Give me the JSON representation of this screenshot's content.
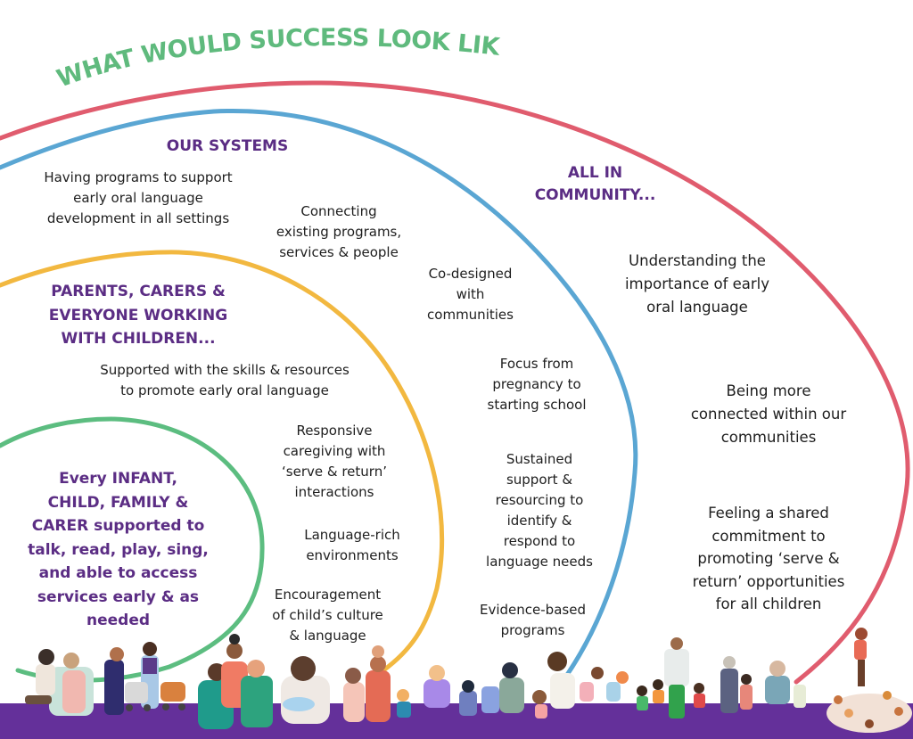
{
  "title": "WHAT WOULD SUCCESS LOOK LIKE?",
  "colors": {
    "title": "#5fba7d",
    "heading": "#5b2d84",
    "body_text": "#1e1e1e",
    "ring_community": "#e05c6e",
    "ring_systems": "#5aa6d3",
    "ring_parents": "#f2b840",
    "ring_core": "#5cbd80",
    "floor": "#64309a"
  },
  "rings": {
    "community": {
      "heading": "ALL IN\nCOMMUNITY...",
      "items": [
        "Understanding the\nimportance of early\noral language",
        "Being more\nconnected within our\ncommunities",
        "Feeling a shared\ncommitment to\npromoting ‘serve &\nreturn’ opportunities\nfor all children"
      ]
    },
    "systems": {
      "heading": "OUR SYSTEMS",
      "items": [
        "Having programs to support\nearly oral language\ndevelopment in all settings",
        "Connecting\nexisting programs,\nservices & people",
        "Co-designed\nwith\ncommunities",
        "Focus from\npregnancy to\nstarting school",
        "Sustained\nsupport &\nresourcing to\nidentify &\nrespond to\nlanguage needs",
        "Evidence-based\nprograms"
      ]
    },
    "parents": {
      "heading": "PARENTS, CARERS &\nEVERYONE WORKING\nWITH CHILDREN...",
      "items": [
        "Supported with the skills & resources\nto promote early oral language",
        "Responsive\ncaregiving with\n‘serve & return’\ninteractions",
        "Language-rich\nenvironments",
        "Encouragement\nof child’s culture\n& language"
      ]
    },
    "core": {
      "text": "Every INFANT,\nCHILD, FAMILY &\nCARER supported to\ntalk, read, play, sing,\nand able to access\nservices early & as\nneeded"
    }
  },
  "illustrations": [
    "expectant-couple-armchair-icon",
    "parents-with-prams-icon",
    "fathers-with-children-icon",
    "breastfeeding-mother-icon",
    "family-playing-icon",
    "children-reading-together-icon",
    "educator-with-children-icon",
    "coach-with-children-icon",
    "grandparents-with-children-icon",
    "storytime-circle-icon"
  ]
}
